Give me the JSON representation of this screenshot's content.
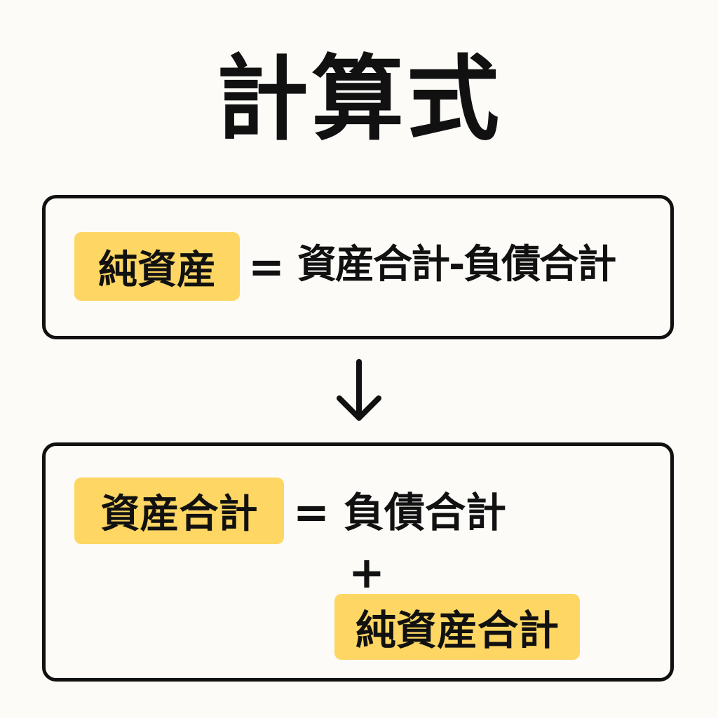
{
  "title": "計算式",
  "formula1": {
    "lhs": "純資産",
    "equals": "=",
    "rhs": "資産合計-負債合計"
  },
  "arrow_icon": "arrow-down-icon",
  "formula2": {
    "lhs": "資産合計",
    "equals": "=",
    "rhs_first": "負債合計",
    "plus": "+",
    "rhs_second": "純資産合計"
  },
  "colors": {
    "highlight": "#fdd663",
    "border": "#111111",
    "background": "#fcfbf8"
  }
}
